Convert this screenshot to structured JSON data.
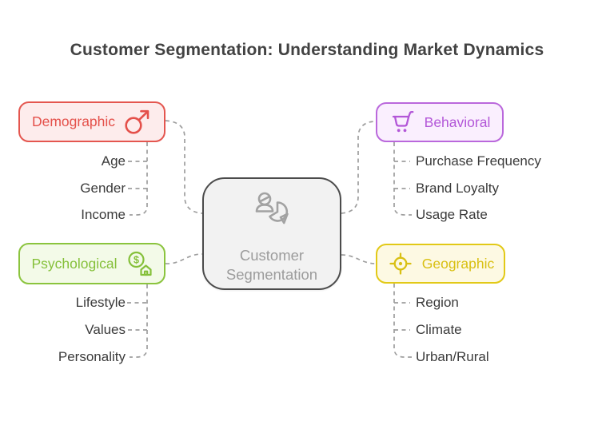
{
  "title": "Customer Segmentation: Understanding Market Dynamics",
  "center": {
    "label": "Customer Segmentation",
    "line1": "Customer",
    "line2": "Segmentation",
    "icon": "customer-segments-icon",
    "border_color": "#4b4b4b",
    "fill_color": "#f2f2f2",
    "text_color": "#9c9c9c"
  },
  "branches": [
    {
      "label": "Demographic",
      "icon": "male-symbol-icon",
      "color": "#e4504a",
      "fill": "#fdecec",
      "items": [
        "Age",
        "Gender",
        "Income"
      ]
    },
    {
      "label": "Behavioral",
      "icon": "shopping-cart-icon",
      "color": "#b357d8",
      "fill": "#faeffe",
      "items": [
        "Purchase Frequency",
        "Brand Loyalty",
        "Usage Rate"
      ]
    },
    {
      "label": "Psychological",
      "icon": "money-coin-house-icon",
      "color": "#85c03a",
      "fill": "#f3fae8",
      "items": [
        "Lifestyle",
        "Values",
        "Personality"
      ]
    },
    {
      "label": "Geographic",
      "icon": "crosshair-target-icon",
      "color": "#d9c013",
      "fill": "#fdf9e3",
      "items": [
        "Region",
        "Climate",
        "Urban/Rural"
      ]
    }
  ],
  "connector_color": "#9e9e9e",
  "item_text_color": "#3b3b3b",
  "title_color": "#424242"
}
